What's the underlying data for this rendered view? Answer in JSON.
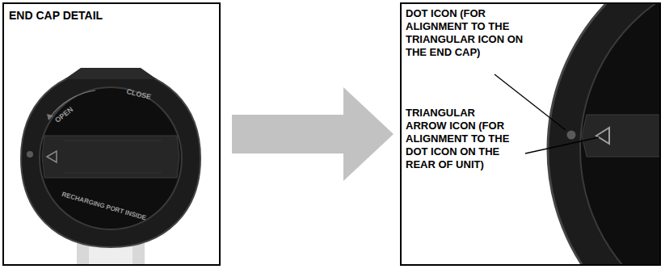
{
  "diagram": {
    "nodes": [
      {
        "text": [
          "END CAP DETAIL"
        ]
      },
      {
        "text": [
          "DOT ICON (FOR ALIGNMENT TO THE TRIANGULAR ICON ON THE END CAP)",
          "TRIANGULAR ARROW ICON (FOR ALIGNMENT TO THE DOT ICON ON THE REAR OF UNIT)"
        ]
      }
    ],
    "edges": [
      {
        "from": 0,
        "to": 1,
        "arrow": "to"
      }
    ],
    "labels": [
      "OPEN",
      "CLOSE",
      "RECHARGING PORT INSIDE"
    ]
  }
}
